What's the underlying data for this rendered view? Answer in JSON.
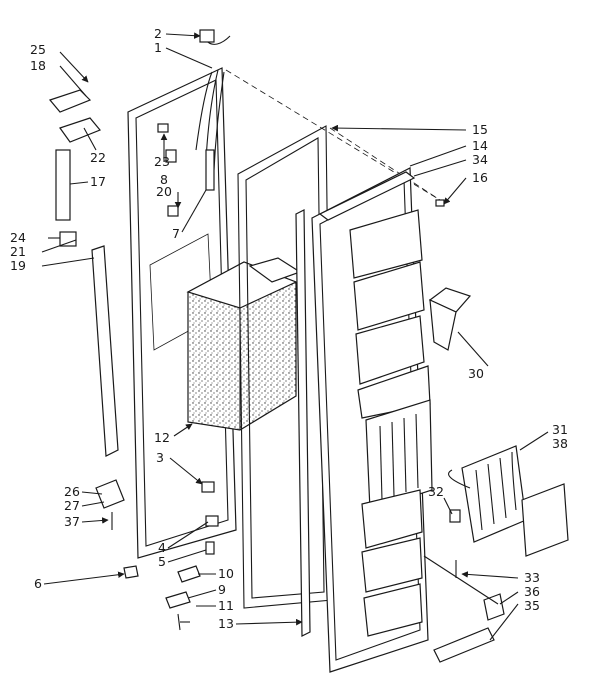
{
  "labels": {
    "l25": "25",
    "l18": "18",
    "l22": "22",
    "l17": "17",
    "l24": "24",
    "l21": "21",
    "l19": "19",
    "l26": "26",
    "l27": "27",
    "l37": "37",
    "l6": "6",
    "l2": "2",
    "l1": "1",
    "l23": "23",
    "l8": "8",
    "l20": "20",
    "l7": "7",
    "l12": "12",
    "l3": "3",
    "l4": "4",
    "l5": "5",
    "l10": "10",
    "l9": "9",
    "l11": "11",
    "l13": "13",
    "l15": "15",
    "l14": "14",
    "l34": "34",
    "l16": "16",
    "l30": "30",
    "l31": "31",
    "l38": "38",
    "l32": "32",
    "l33": "33",
    "l36": "36",
    "l35": "35"
  }
}
